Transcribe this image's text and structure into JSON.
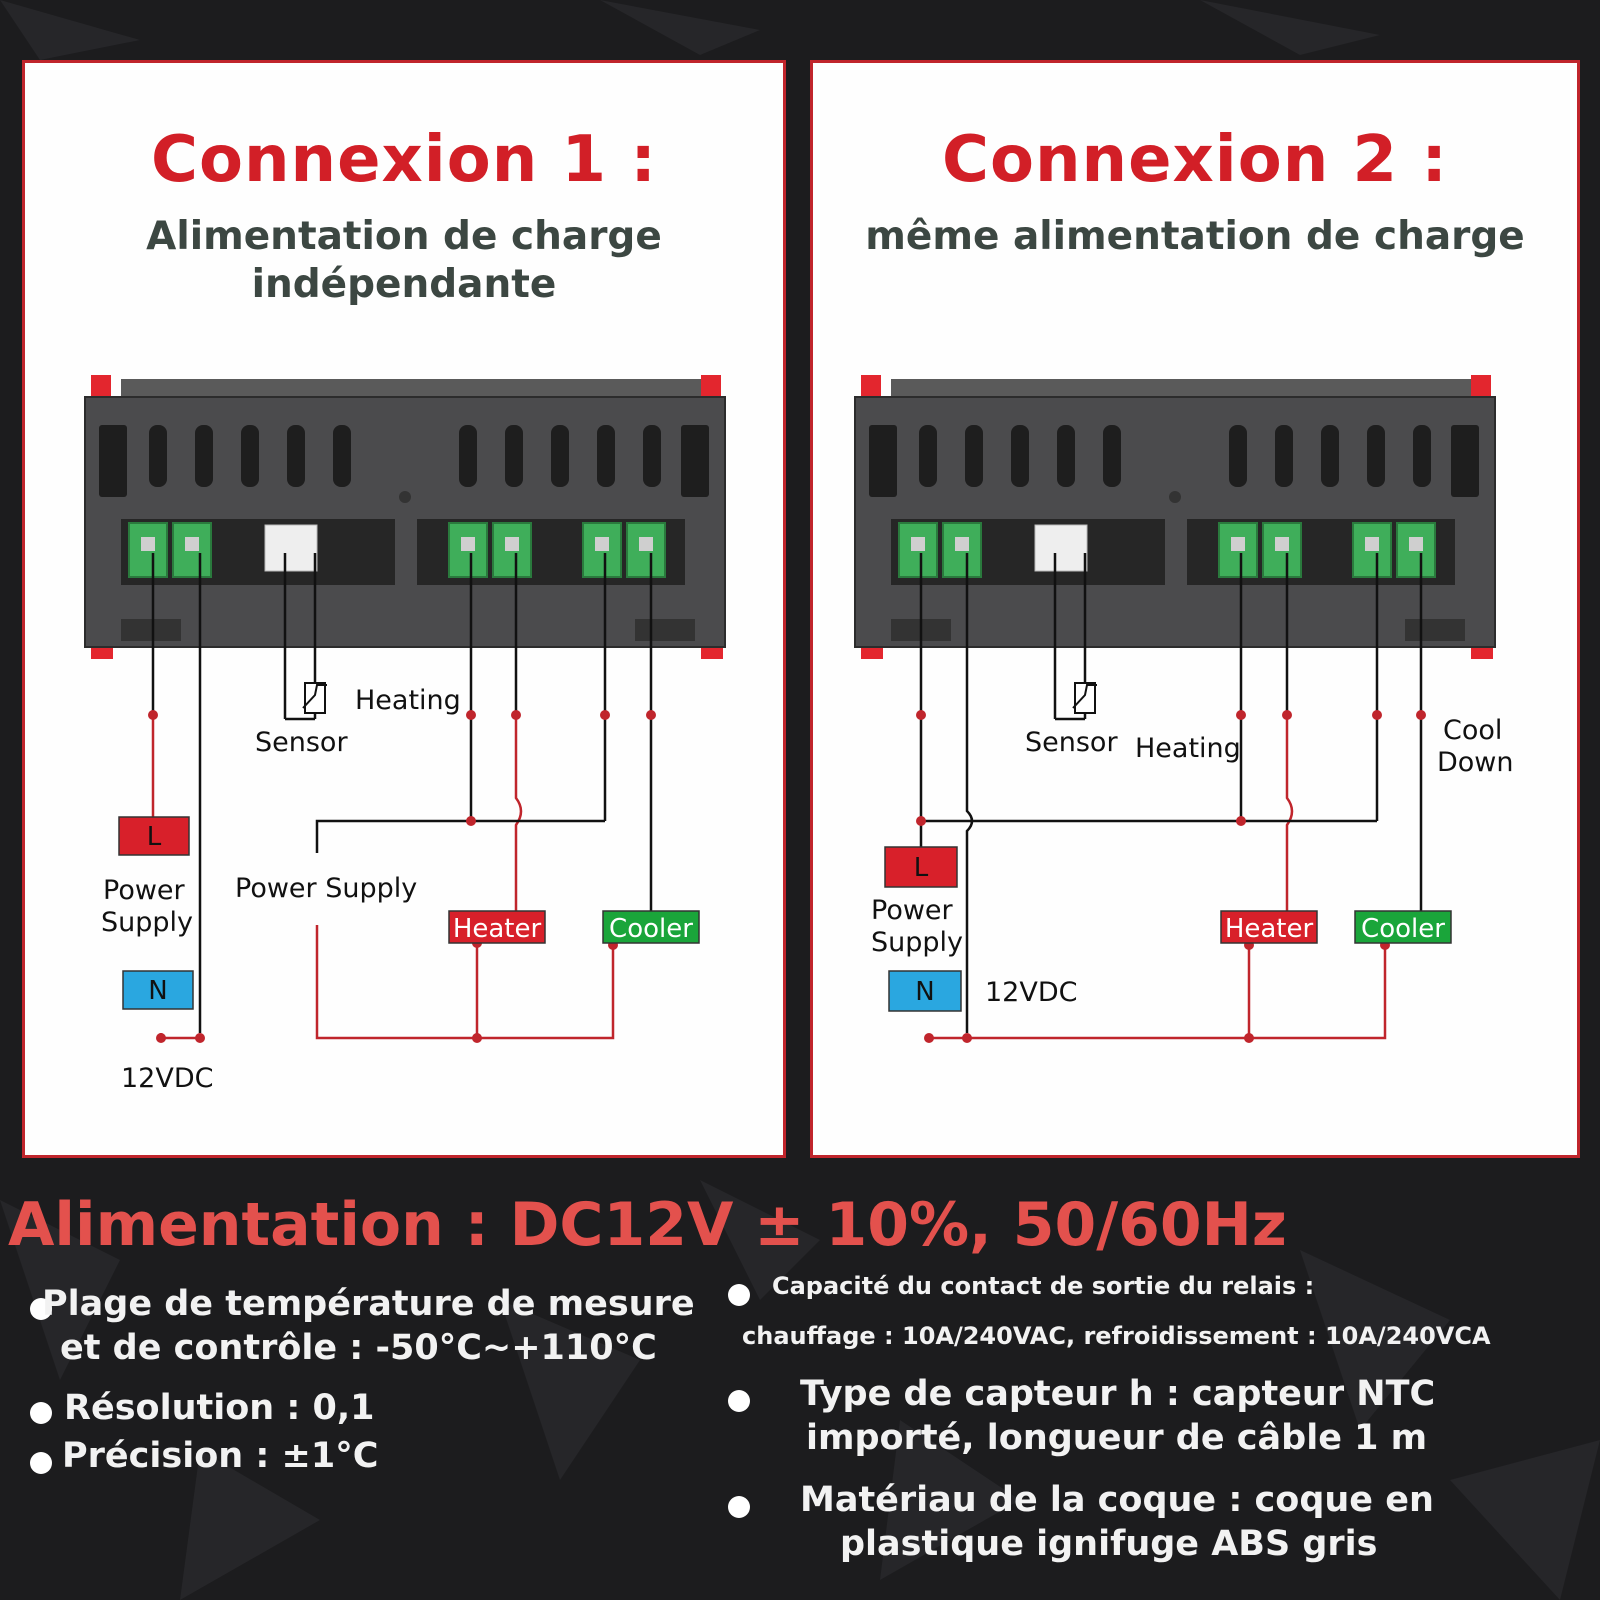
{
  "panels": [
    {
      "title": "Connexion 1 :",
      "subtitle_lines": [
        "Alimentation de charge",
        "indépendante"
      ],
      "labels": {
        "sensor": "Sensor",
        "heating": "Heating",
        "power_supply_inline": "Power Supply",
        "power": "Power",
        "supply": "Supply",
        "l_terminal": "L",
        "n_terminal": "N",
        "voltage": "12VDC",
        "heater": "Heater",
        "cooler": "Cooler"
      }
    },
    {
      "title": "Connexion 2 :",
      "subtitle_lines": [
        "même alimentation de charge"
      ],
      "labels": {
        "sensor": "Sensor",
        "heating": "Heating",
        "cool": "Cool",
        "down": "Down",
        "power": "Power",
        "supply": "Supply",
        "l_terminal": "L",
        "n_terminal": "N",
        "voltage": "12VDC",
        "heater": "Heater",
        "cooler": "Cooler"
      }
    }
  ],
  "supply_line": "Alimentation : DC12V ± 10%, 50/60Hz",
  "specs_left": [
    {
      "lines": [
        "Plage de température de mesure",
        "et de contrôle : -50°C~+110°C"
      ]
    },
    {
      "lines": [
        "Résolution : 0,1"
      ]
    },
    {
      "lines": [
        "Précision : ±1°C"
      ]
    }
  ],
  "specs_right": [
    {
      "lines": [
        "Capacité du contact de sortie du relais :",
        "chauffage : 10A/240VAC, refroidissement : 10A/240VCA"
      ]
    },
    {
      "lines": [
        "Type de capteur h : capteur NTC",
        "importé, longueur de câble 1 m"
      ]
    },
    {
      "lines": [
        "Matériau de la coque : coque en",
        "plastique ignifuge ABS gris"
      ]
    }
  ],
  "colors": {
    "accent_red": "#d21f27",
    "supply_red": "#e3514d",
    "heater_red": "#d8202a",
    "cooler_green": "#1aa53a",
    "n_blue": "#2aa7e0",
    "device_gray": "#4a4a4a",
    "terminal_green": "#3fae5a"
  }
}
